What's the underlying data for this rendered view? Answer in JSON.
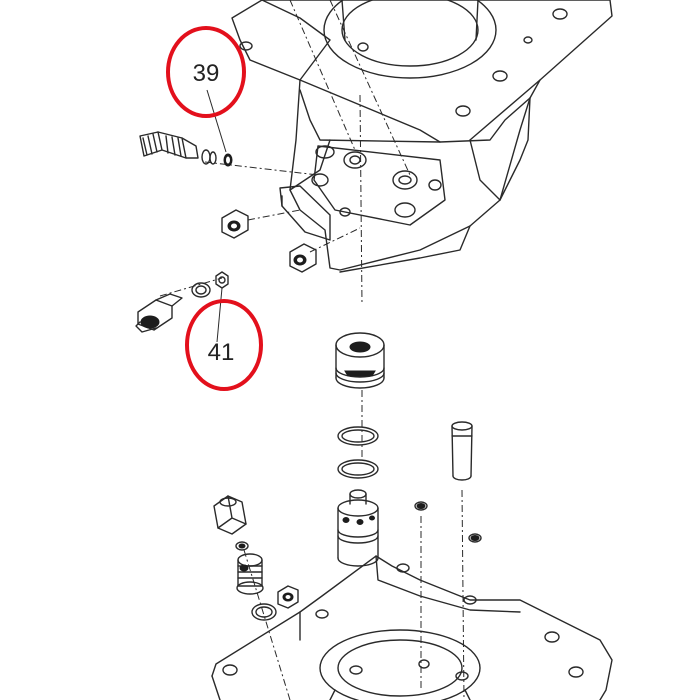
{
  "callouts": [
    {
      "label": "39",
      "part": "plug"
    },
    {
      "label": "41",
      "part": "small-seal"
    }
  ],
  "colors": {
    "callout_ring": "#e3101c",
    "line_art": "#2a2a2a",
    "background": "#ffffff"
  }
}
